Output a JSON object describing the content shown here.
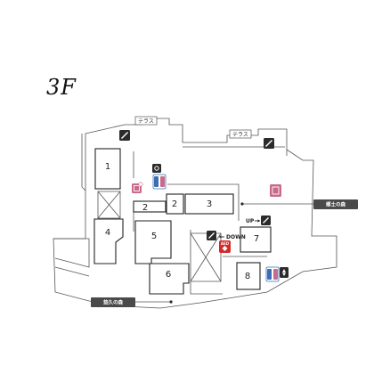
{
  "floor_title": "3F",
  "terraces": [
    "テラス",
    "テラス"
  ],
  "rooms": [
    "1",
    "2",
    "2",
    "3",
    "4",
    "5",
    "6",
    "7",
    "8"
  ],
  "direction_labels": {
    "up": "UP",
    "down": "DOWN"
  },
  "location_tags": [
    "郷土の森",
    "悠久の森"
  ],
  "icon_text": {
    "aed": "AED"
  },
  "colors": {
    "restroom_pink": "#c96a8c",
    "restroom_blue": "#3a6fb5",
    "icon_dark": "#2b2b2b",
    "aed_red": "#d42a2a",
    "tag_bg": "#4a4a4a"
  }
}
